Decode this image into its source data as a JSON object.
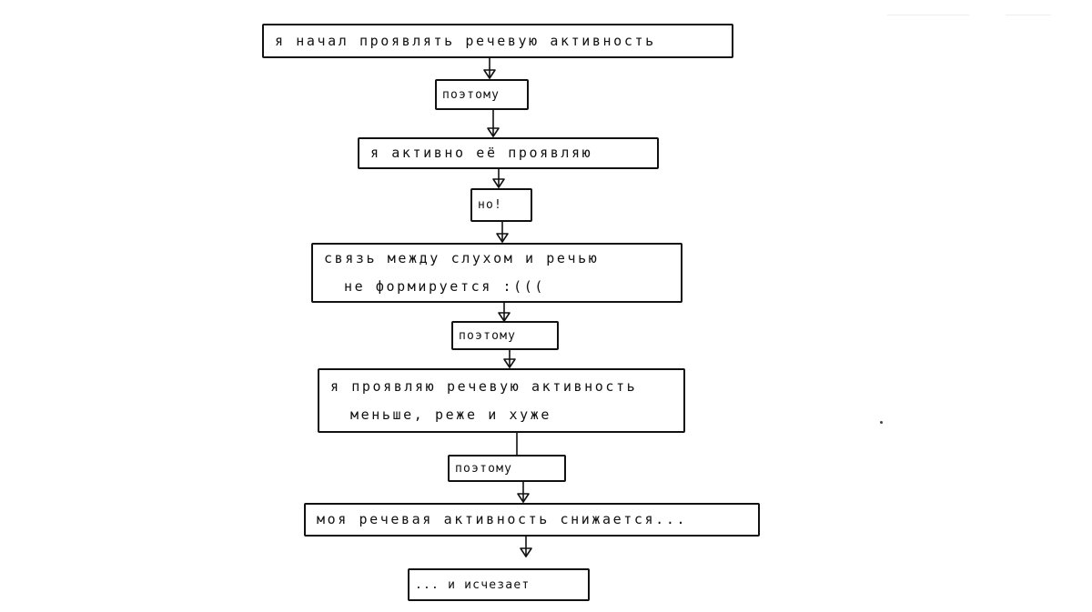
{
  "nodes": {
    "n1": "я начал проявлять речевую активность",
    "n2": "поэтому",
    "n3": "я активно её проявляю",
    "n4": "но!",
    "n5_line1": "связь между слухом и речью",
    "n5_line2": "не формируется :(((",
    "n6": "поэтому",
    "n7_line1": "я проявляю речевую активность",
    "n7_line2": "меньше, реже и хуже",
    "n8": "поэтому",
    "n9": "моя речевая активность снижается...",
    "n10": "... и исчезает"
  },
  "colors": {
    "ink": "#111111",
    "paper": "#ffffff"
  }
}
